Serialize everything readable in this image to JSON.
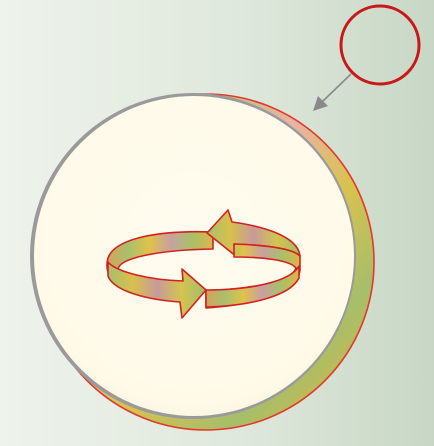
{
  "diagram": {
    "elements": [
      "small-red-circle",
      "pointer-arrow",
      "large-disc",
      "circular-rotation-arrows"
    ]
  },
  "colors": {
    "background_left": "#eef3ec",
    "background_right": "#c8d7c5",
    "outline_red": "#c81818",
    "disc_face": "#fffbea",
    "disc_face_edge": "#fdf3d6",
    "disc_rim_gray": "#8f8f8f",
    "ring_yellow": "#e4c23a",
    "ring_green": "#a9c06a",
    "ring_pink": "#e9b0a8",
    "arrow_gray": "#8a8a8a"
  }
}
